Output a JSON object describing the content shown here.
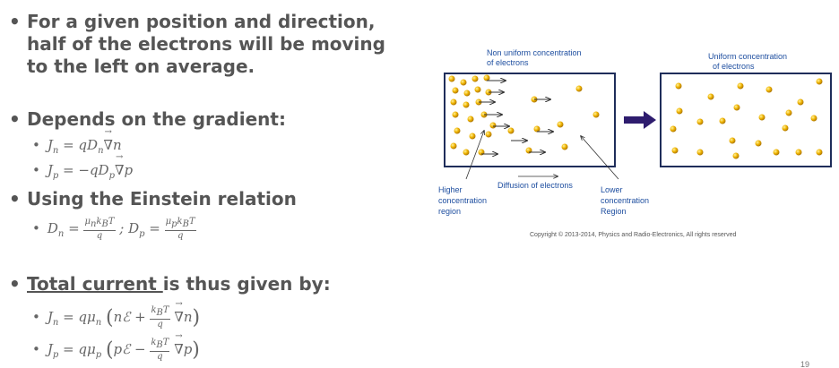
{
  "bullets": {
    "b1": {
      "line1": "For a given position and direction,",
      "line2": "half of the electrons will be moving",
      "line3": "to the left on average."
    },
    "b2": "Depends on the gradient:",
    "b3": "Using the Einstein relation",
    "b4": {
      "underlined": "Total current ",
      "rest": "is thus given by:"
    },
    "marker": "•"
  },
  "diagram": {
    "label_nonuniform": {
      "line1": "Non uniform concentration",
      "line2": "of electrons"
    },
    "label_uniform": {
      "line1": "Uniform concentration",
      "line2": "of electrons"
    },
    "label_higher": {
      "line1": "Higher",
      "line2": "concentration",
      "line3": "region"
    },
    "label_diffusion": "Diffusion of electrons",
    "label_lower": {
      "line1": "Lower",
      "line2": "concentration",
      "line3": "Region"
    },
    "copyright": "Copyright © 2013-2014, Physics and Radio-Electronics, All rights reserved",
    "colors": {
      "box_border": "#1f2d5a",
      "electron": "#f0b400",
      "arrow_big": "#2e1c6e",
      "label": "#1f4fa0",
      "text_dark": "#333333"
    }
  },
  "page_number": "19"
}
